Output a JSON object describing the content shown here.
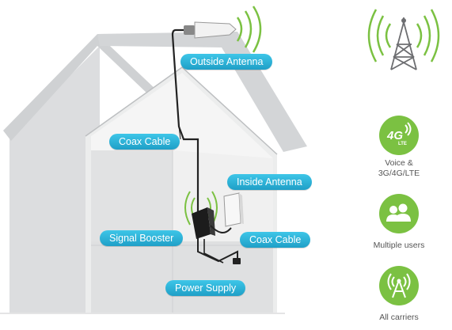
{
  "labels": {
    "outside_antenna": "Outside Antenna",
    "coax_cable_top": "Coax Cable",
    "inside_antenna": "Inside Antenna",
    "signal_booster": "Signal Booster",
    "coax_cable_bottom": "Coax Cable",
    "power_supply": "Power Supply"
  },
  "features": [
    {
      "icon": "4g-lte-icon",
      "icon_text": "4G",
      "icon_subtext": "LTE",
      "label_line1": "Voice &",
      "label_line2": "3G/4G/LTE"
    },
    {
      "icon": "users-icon",
      "label_line1": "Multiple users"
    },
    {
      "icon": "tower-broadcast-icon",
      "label_line1": "All carriers"
    }
  ],
  "colors": {
    "pill": "#27b3dc",
    "green": "#7bc142",
    "wall": "#e6e7e8",
    "roof": "#d1d3d4",
    "cable": "#222222"
  }
}
